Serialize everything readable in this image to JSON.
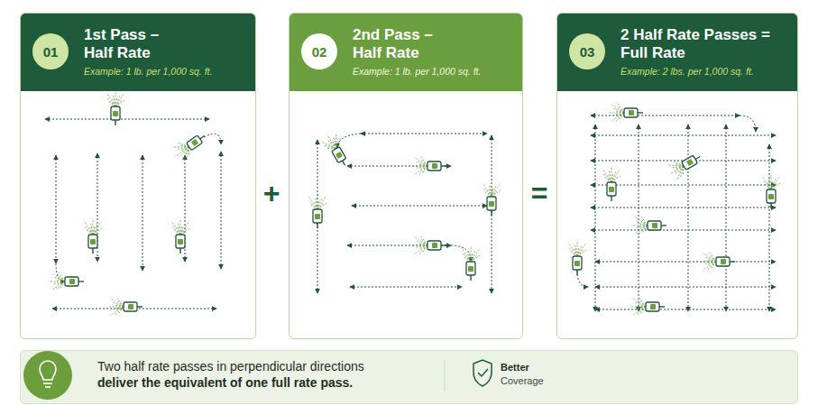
{
  "diagram": {
    "nodes": [
      {
        "text": [
          "1st Pass – Half Rate",
          "Example: 1 lb. per 1,000 sq. ft."
        ]
      },
      {
        "text": [
          "01"
        ],
        "in": 0
      },
      {
        "text": [
          "2nd Pass – Half Rate",
          "Example: 1 lb. per 1,000 sq. ft."
        ]
      },
      {
        "text": [
          "02"
        ],
        "in": 2
      },
      {
        "text": [
          "2 Half Rate Passes = Full Rate",
          "Example: 2 lbs. per 1,000 sq. ft."
        ]
      },
      {
        "text": [
          "03"
        ],
        "in": 4
      },
      {
        "text": [
          "Two half rate passes in perpendicular directions",
          "deliver the equivalent of one full rate pass.",
          "Better",
          "Coverage"
        ]
      }
    ],
    "labels": [
      "+",
      "="
    ]
  }
}
